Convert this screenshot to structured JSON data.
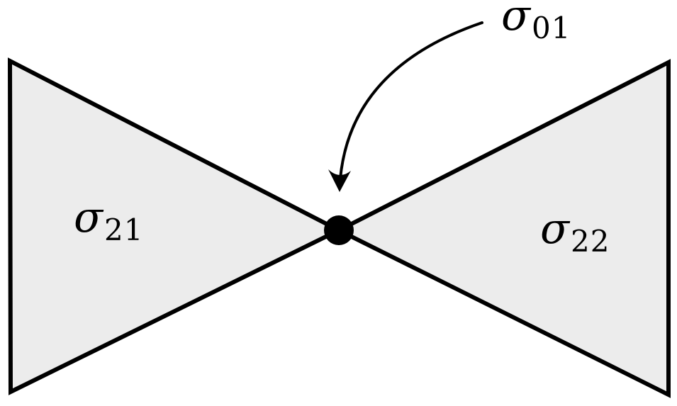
{
  "figure": {
    "background_color": "#ffffff",
    "triangle_fill": "#ececec",
    "line_color": "#000000",
    "labels": {
      "left_triangle": {
        "base": "σ",
        "sub": "21"
      },
      "right_triangle": {
        "base": "σ",
        "sub": "22"
      },
      "vertex": {
        "base": "σ",
        "sub": "01"
      }
    }
  }
}
